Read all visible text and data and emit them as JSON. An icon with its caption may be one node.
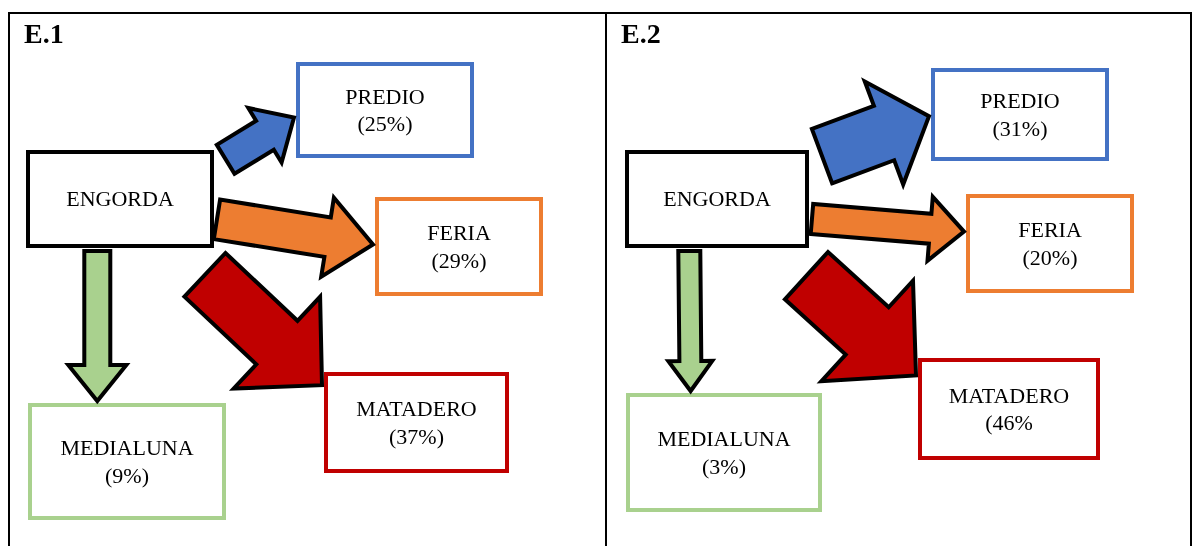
{
  "diagram": {
    "nodes": [
      {
        "text": [
          "E.1"
        ]
      },
      {
        "text": [
          "ENGORDA"
        ],
        "in": 0
      },
      {
        "text": [
          "PREDIO",
          "(25%)"
        ],
        "in": 0
      },
      {
        "text": [
          "FERIA",
          "(29%)"
        ],
        "in": 0
      },
      {
        "text": [
          "MATADERO",
          "(37%)"
        ],
        "in": 0
      },
      {
        "text": [
          "MEDIALUNA",
          "(9%)"
        ],
        "in": 0
      },
      {
        "text": [
          "E.2"
        ]
      },
      {
        "text": [
          "ENGORDA"
        ],
        "in": 6
      },
      {
        "text": [
          "PREDIO",
          "(31%)"
        ],
        "in": 6
      },
      {
        "text": [
          "FERIA",
          "(20%)"
        ],
        "in": 6
      },
      {
        "text": [
          "MATADERO",
          "(46%"
        ],
        "in": 6
      },
      {
        "text": [
          "MEDIALUNA",
          "(3%)"
        ],
        "in": 6
      }
    ],
    "edges": [
      {
        "from": 1,
        "to": 2,
        "arrow": "to",
        "color": "#4472c4"
      },
      {
        "from": 1,
        "to": 3,
        "arrow": "to",
        "color": "#ed7d31"
      },
      {
        "from": 1,
        "to": 4,
        "arrow": "to",
        "color": "#c00000"
      },
      {
        "from": 1,
        "to": 5,
        "arrow": "to",
        "color": "#a9d18e"
      },
      {
        "from": 7,
        "to": 8,
        "arrow": "to",
        "color": "#4472c4"
      },
      {
        "from": 7,
        "to": 9,
        "arrow": "to",
        "color": "#ed7d31"
      },
      {
        "from": 7,
        "to": 10,
        "arrow": "to",
        "color": "#c00000"
      },
      {
        "from": 7,
        "to": 11,
        "arrow": "to",
        "color": "#a9d18e"
      }
    ]
  }
}
